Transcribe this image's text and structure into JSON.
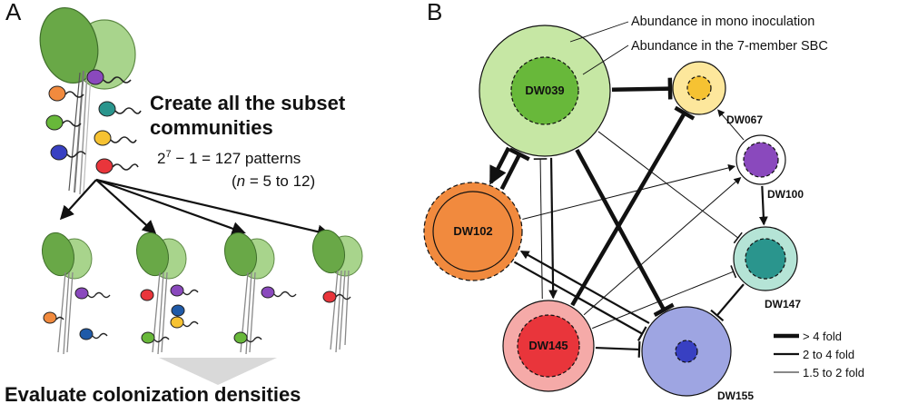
{
  "panel_a": {
    "label": "A",
    "step1_line1": "Create all the subset",
    "step1_line2": "communities",
    "patterns_base": "2",
    "patterns_exp": "7",
    "patterns_rest": " − 1 = 127 patterns",
    "n_open": "(",
    "n_var": "n",
    "n_rest": " = 5 to 12)",
    "step2": "Evaluate colonization densities"
  },
  "panel_b": {
    "label": "B",
    "legend_mono": "Abundance in mono inoculation",
    "legend_sbc": "Abundance in the 7-member SBC",
    "nodes": [
      {
        "id": "DW039",
        "label": "DW039",
        "outer": "#c6e7a4",
        "inner": "#68b83a",
        "inner_outside": false
      },
      {
        "id": "DW067",
        "label": "DW067",
        "outer": "#fde79c",
        "inner": "#f6c232",
        "inner_outside": false
      },
      {
        "id": "DW100",
        "label": "DW100",
        "outer": "#ffffff",
        "inner": "#8a49bd",
        "inner_outside": false
      },
      {
        "id": "DW147",
        "label": "DW147",
        "outer": "#b5e4d6",
        "inner": "#2a958d",
        "inner_outside": false
      },
      {
        "id": "DW155",
        "label": "DW155",
        "outer": "#9ea5e2",
        "inner": "#3840c2",
        "inner_outside": false
      },
      {
        "id": "DW145",
        "label": "DW145",
        "outer": "#f5aaa8",
        "inner": "#e9353b",
        "inner_outside": false
      },
      {
        "id": "DW102",
        "label": "DW102",
        "outer": "#f18a3e",
        "inner": "#f18a3e",
        "inner_outside": true
      }
    ],
    "edges": [
      {
        "from": "DW039",
        "to": "DW067",
        "type": "inhibit",
        "strength": "> 4 fold"
      },
      {
        "from": "DW039",
        "to": "DW102",
        "type": "activate",
        "strength": "> 4 fold"
      },
      {
        "from": "DW102",
        "to": "DW039",
        "type": "inhibit",
        "strength": "> 4 fold"
      },
      {
        "from": "DW039",
        "to": "DW155",
        "type": "inhibit",
        "strength": "> 4 fold"
      },
      {
        "from": "DW039",
        "to": "DW145",
        "type": "activate",
        "strength": "2 to 4 fold"
      },
      {
        "from": "DW145",
        "to": "DW039",
        "type": "inhibit",
        "strength": "1.5 to 2 fold"
      },
      {
        "from": "DW039",
        "to": "DW147",
        "type": "inhibit",
        "strength": "1.5 to 2 fold"
      },
      {
        "from": "DW145",
        "to": "DW067",
        "type": "inhibit",
        "strength": "> 4 fold"
      },
      {
        "from": "DW100",
        "to": "DW067",
        "type": "activate",
        "strength": "1.5 to 2 fold"
      },
      {
        "from": "DW100",
        "to": "DW147",
        "type": "activate",
        "strength": "2 to 4 fold"
      },
      {
        "from": "DW102",
        "to": "DW100",
        "type": "activate",
        "strength": "1.5 to 2 fold"
      },
      {
        "from": "DW145",
        "to": "DW100",
        "type": "activate",
        "strength": "1.5 to 2 fold"
      },
      {
        "from": "DW155",
        "to": "DW102",
        "type": "activate",
        "strength": "2 to 4 fold"
      },
      {
        "from": "DW145",
        "to": "DW147",
        "type": "inhibit",
        "strength": "1.5 to 2 fold"
      },
      {
        "from": "DW102",
        "to": "DW155",
        "type": "inhibit",
        "strength": "2 to 4 fold"
      },
      {
        "from": "DW145",
        "to": "DW155",
        "type": "inhibit",
        "strength": "2 to 4 fold"
      },
      {
        "from": "DW147",
        "to": "DW155",
        "type": "inhibit",
        "strength": "2 to 4 fold"
      }
    ],
    "legend": [
      {
        "label": "> 4 fold"
      },
      {
        "label": "2 to 4 fold"
      },
      {
        "label": "1.5 to 2 fold"
      }
    ]
  }
}
